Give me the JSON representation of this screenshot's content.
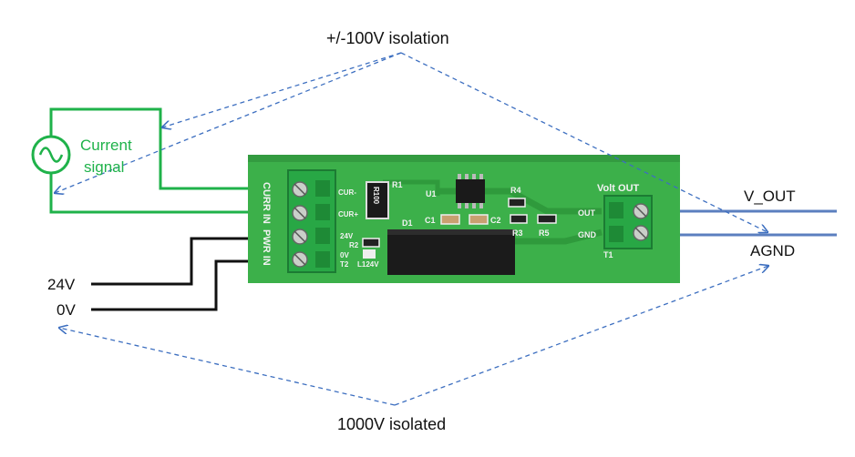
{
  "annotations": {
    "top_isolation": "+/-100V isolation",
    "bottom_isolation": "1000V isolated"
  },
  "source": {
    "label_line1": "Current",
    "label_line2": "signal"
  },
  "inputs": {
    "v24": "24V",
    "v0": "0V"
  },
  "outputs": {
    "vout": "V_OUT",
    "agnd": "AGND"
  },
  "board": {
    "curr_in": "CURR IN",
    "pwr_in": "PWR IN",
    "cur_minus": "CUR-",
    "cur_plus": "CUR+",
    "r1": "R1",
    "r100": "R100",
    "u1": "U1",
    "r4": "R4",
    "volt_out": "Volt OUT",
    "out": "OUT",
    "gnd": "GND",
    "d1": "D1",
    "c1": "C1",
    "c2": "C2",
    "r3": "R3",
    "r5": "R5",
    "v24": "24V",
    "r2": "R2",
    "v0": "0V",
    "t2": "T2",
    "l124v": "L124V",
    "t1": "T1"
  },
  "colors": {
    "signal_wire": "#1fb24a",
    "power_wire": "#111111",
    "output_wire": "#5b7fbf",
    "dashed_arrow": "#3d6fc0",
    "pcb": "#3cb04a"
  }
}
